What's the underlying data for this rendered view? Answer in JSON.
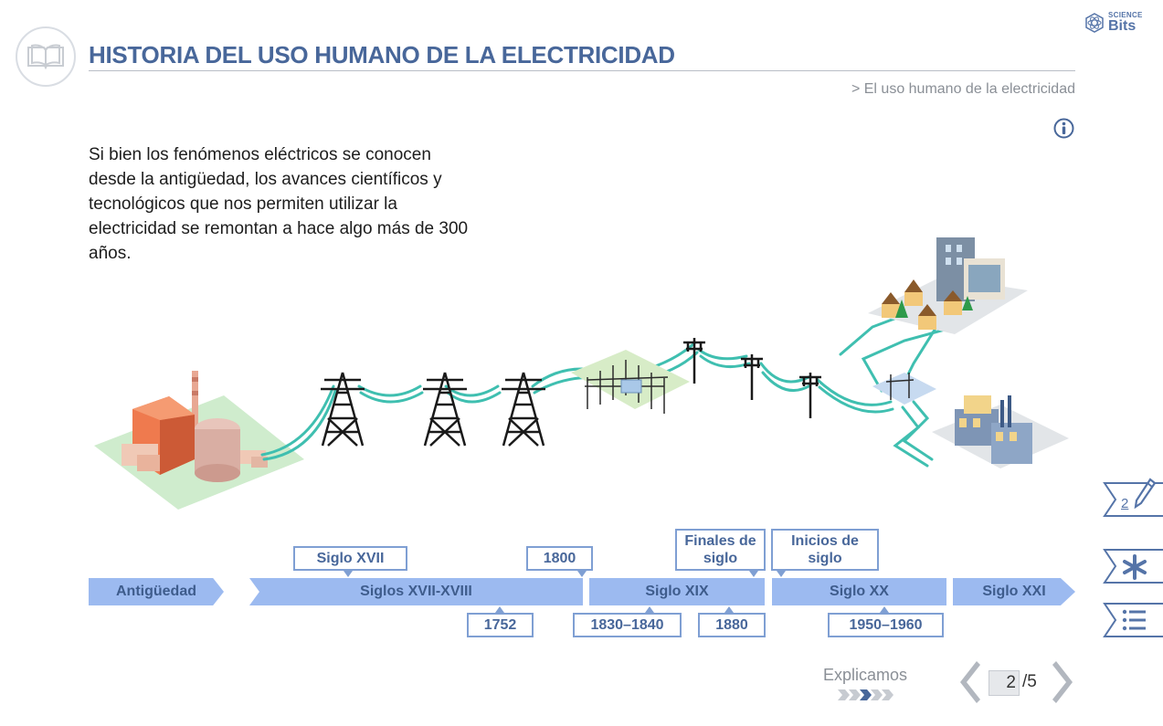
{
  "header": {
    "title": "HISTORIA DEL USO HUMANO DE LA ELECTRICIDAD",
    "breadcrumb": "> El uso humano de la electricidad",
    "brand_small": "SCIENCE",
    "brand_big": "Bits"
  },
  "intro_text": "Si bien los fenómenos eléctricos se conocen desde la antigüedad, los avances científicos y tecnológicos que nos permiten utilizar la electricidad se remontan a hace algo más de 300 años.",
  "timeline": {
    "segments": [
      "Antigüedad",
      "Siglos XVII-XVIII",
      "Siglo XIX",
      "Siglo XX",
      "Siglo XXI"
    ],
    "callouts_top": [
      "Siglo XVII",
      "1800",
      "Finales de siglo",
      "Inicios de siglo"
    ],
    "callouts_bottom": [
      "1752",
      "1830–1840",
      "1880",
      "1950–1960"
    ]
  },
  "side_tabs": {
    "notes_count": "2"
  },
  "footer": {
    "section_label": "Explicamos",
    "current_page": "2",
    "total_pages": "/5"
  },
  "colors": {
    "title_blue": "#48679a",
    "timeline_fill": "#9cbaf0",
    "cable_teal": "#3fbfb0"
  }
}
